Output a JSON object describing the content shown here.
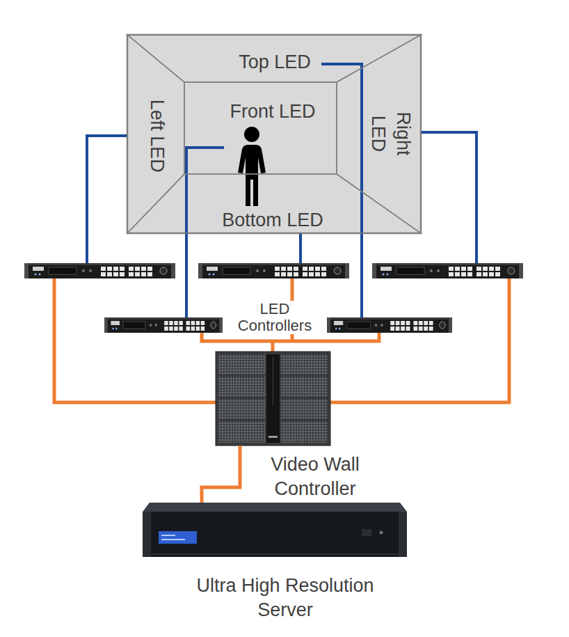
{
  "diagram": {
    "nodes": [
      {
        "text": [
          "Top LED"
        ]
      },
      {
        "text": [
          "Left LED"
        ]
      },
      {
        "text": [
          "Front LED"
        ]
      },
      {
        "text": [
          "Right LED"
        ]
      },
      {
        "text": [
          "Bottom LED"
        ]
      },
      {
        "text": [
          "Video Wall Controller"
        ]
      },
      {
        "text": [
          "Ultra High Resolution Server"
        ]
      }
    ],
    "edges": [
      {
        "from": 5,
        "to": 6,
        "arrow": "none"
      }
    ],
    "labels": [
      "LED Controllers"
    ]
  }
}
